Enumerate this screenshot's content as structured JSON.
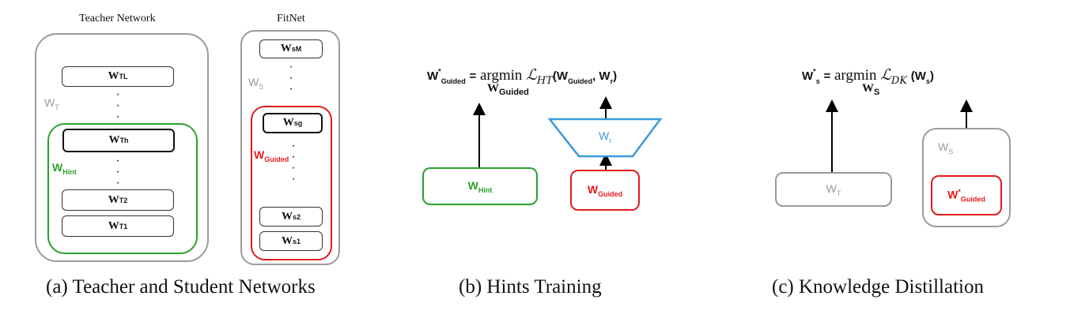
{
  "panel_a": {
    "teacher_title": "Teacher Network",
    "student_title": "FitNet",
    "teacher_group": {
      "base": "W",
      "sub": "T"
    },
    "hint_group": {
      "base": "W",
      "sub": "Hint"
    },
    "student_group": {
      "base": "W",
      "sub": "S"
    },
    "guided_group": {
      "base": "W",
      "sub": "Guided"
    },
    "teacher_layers": [
      {
        "base": "W",
        "sub": "T",
        "sup": "L"
      },
      {
        "base": "W",
        "sub": "T",
        "sup": "h"
      },
      {
        "base": "W",
        "sub": "T",
        "sup": "2"
      },
      {
        "base": "W",
        "sub": "T",
        "sup": "1"
      }
    ],
    "student_layers": [
      {
        "base": "W",
        "sub": "s",
        "sup": "M"
      },
      {
        "base": "W",
        "sub": "s",
        "sup": "g"
      },
      {
        "base": "W",
        "sub": "s",
        "sup": "2"
      },
      {
        "base": "W",
        "sub": "s",
        "sup": "1"
      }
    ],
    "caption": "(a) Teacher and Student Networks"
  },
  "panel_b": {
    "formula": {
      "lhs": "W",
      "lhs_prime": "*",
      "lhs_sub": "Guided",
      "eq": "=",
      "op": "argmin",
      "op_under": "W",
      "op_under_sub": "Guided",
      "loss": "ℒ",
      "loss_sub": "HT",
      "arg1": "W",
      "arg1_sub": "Guided",
      "arg2": "W",
      "arg2_sub": "r"
    },
    "hint_box": {
      "base": "W",
      "sub": "Hint"
    },
    "regressor": {
      "base": "W",
      "sub": "r"
    },
    "guided_box": {
      "base": "W",
      "sub": "Guided"
    },
    "caption": "(b) Hints Training"
  },
  "panel_c": {
    "formula": {
      "lhs": "W",
      "lhs_prime": "*",
      "lhs_sub": "s",
      "eq": "=",
      "op": "argmin",
      "op_under": "W",
      "op_under_sub": "S",
      "loss": "ℒ",
      "loss_sub": "DK",
      "arg1": "W",
      "arg1_sub": "s"
    },
    "teacher_box": {
      "base": "W",
      "sub": "T"
    },
    "student_group": {
      "base": "W",
      "sub": "S"
    },
    "guided_box": {
      "base": "W",
      "sup": "*",
      "sub": "Guided"
    },
    "caption": "(c) Knowledge Distillation"
  },
  "colors": {
    "teacher_gray": "#9a9a9a",
    "hint_green": "#2ca02c",
    "guided_red": "#e31a1c",
    "regressor_blue": "#3a9ad9"
  }
}
